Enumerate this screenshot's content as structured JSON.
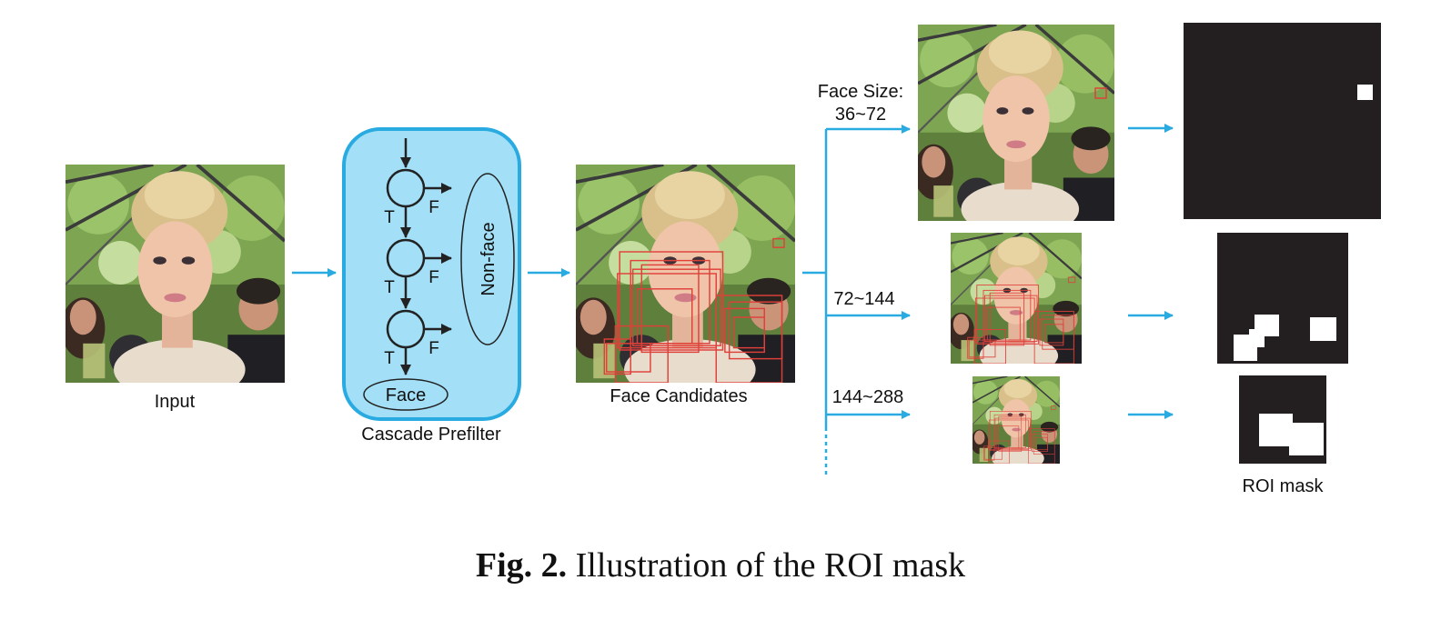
{
  "labels": {
    "input": "Input",
    "prefilter": "Cascade Prefilter",
    "candidates": "Face Candidates",
    "roi_mask": "ROI mask"
  },
  "cascade": {
    "true_label": "T",
    "false_label": "F",
    "nonface": "Non-face",
    "face": "Face"
  },
  "scales": {
    "heading": "Face Size:",
    "items": [
      "36~72",
      "72~144",
      "144~288"
    ]
  },
  "caption": {
    "prefix": "Fig. 2.",
    "text": "Illustration of the ROI mask"
  },
  "colors": {
    "arrow": "#29abe2",
    "cascade_fill": "#a3e0f7",
    "cascade_stroke": "#29abe2",
    "mask": "#231f20",
    "box": "#e0403a"
  }
}
